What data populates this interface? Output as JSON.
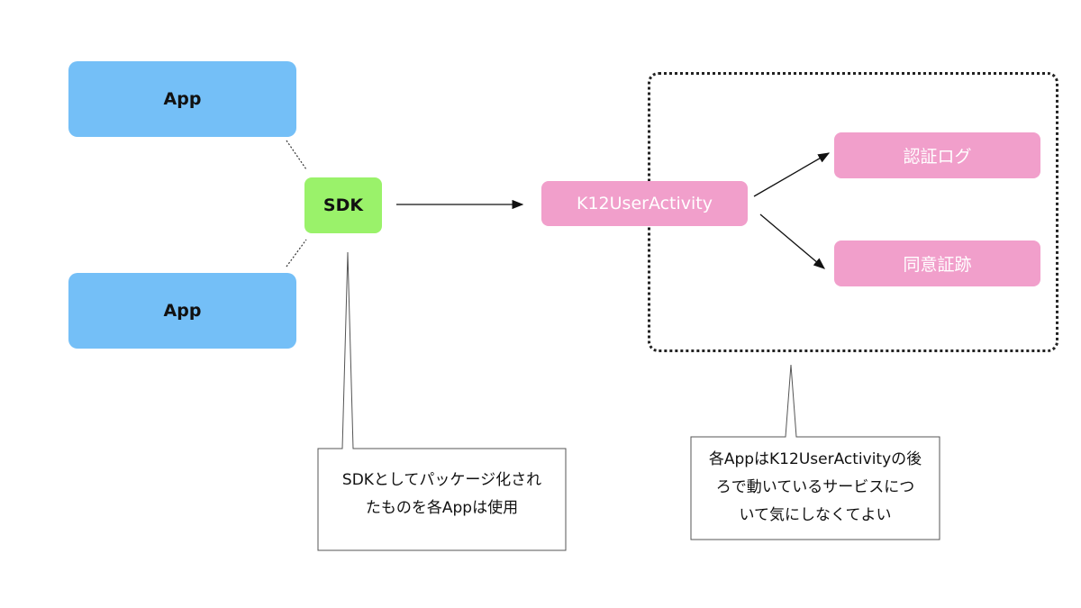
{
  "nodes": {
    "app_top": "App",
    "app_bottom": "App",
    "sdk": "SDK",
    "k12": "K12UserActivity",
    "auth_log": "認証ログ",
    "consent": "同意証跡"
  },
  "callouts": {
    "sdk_note_line1": "SDKとしてパッケージ化され",
    "sdk_note_line2": "たものを各Appは使用",
    "k12_note_line1": "各AppはK12UserActivityの後",
    "k12_note_line2": "ろで動いているサービスにつ",
    "k12_note_line3": "いて気にしなくてよい"
  },
  "colors": {
    "app": "#74bff7",
    "sdk": "#9af26a",
    "service": "#f19fcb"
  }
}
